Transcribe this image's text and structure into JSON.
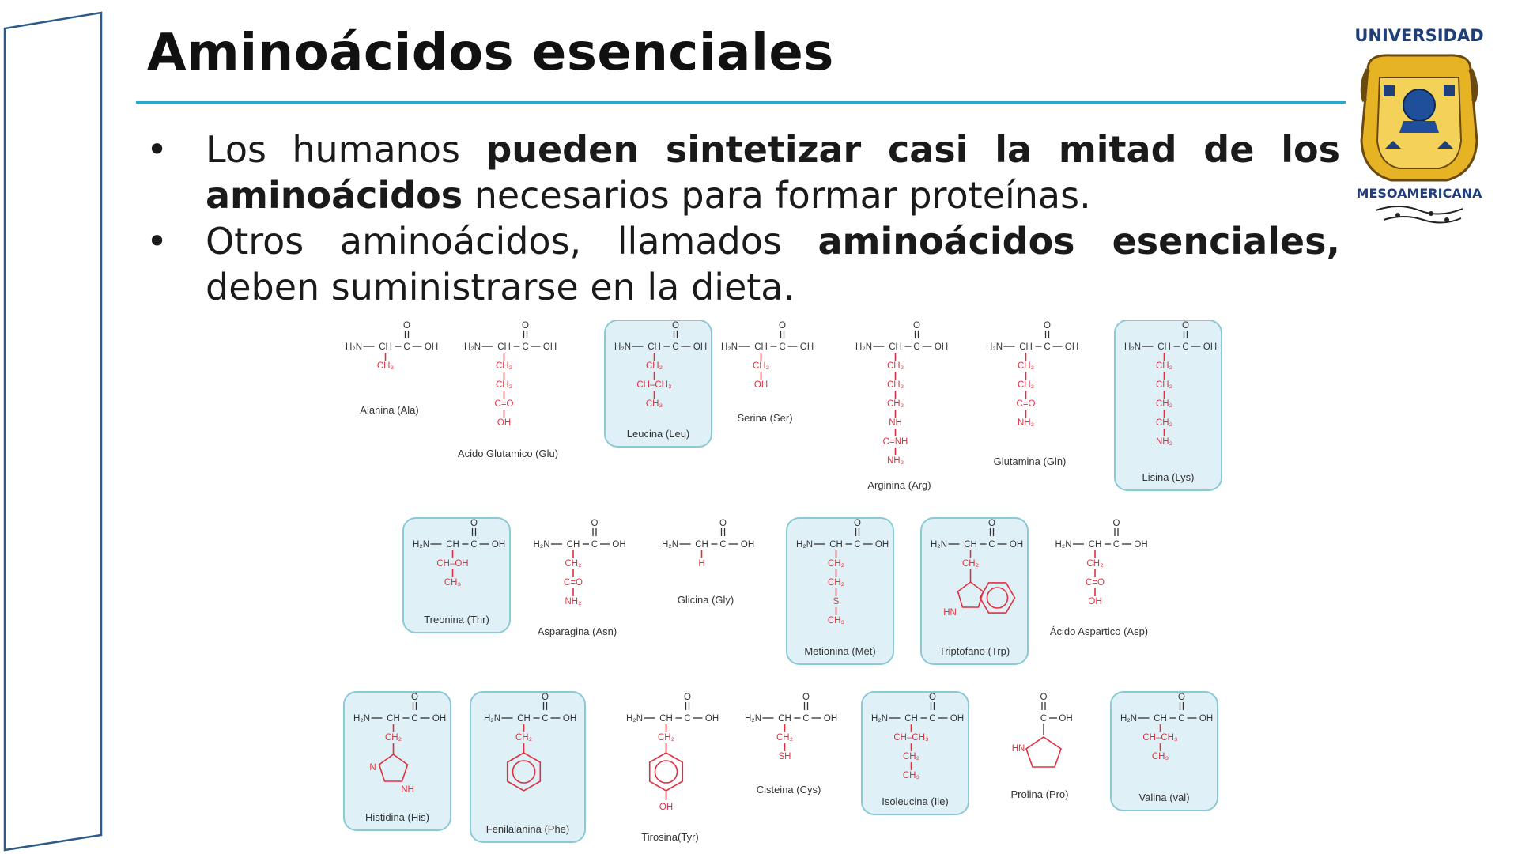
{
  "slide": {
    "title": "Aminoácidos esenciales",
    "accent_color": "#2aa7c9",
    "bullets": [
      {
        "marker": "•",
        "parts": [
          {
            "text": "Los humanos ",
            "bold": false
          },
          {
            "text": "pueden sintetizar casi la mitad de los aminoácidos",
            "bold": true
          },
          {
            "text": " necesarios para formar proteínas.",
            "bold": false
          }
        ]
      },
      {
        "marker": "•",
        "parts": [
          {
            "text": "Otros aminoácidos, llamados ",
            "bold": false
          },
          {
            "text": "aminoácidos esenciales,",
            "bold": true
          },
          {
            "text": " deben suministrarse en la dieta.",
            "bold": false
          }
        ]
      }
    ]
  },
  "logo": {
    "top_text": "UNIVERSIDAD",
    "bottom_text": "MESOAMERICANA"
  },
  "figure": {
    "backbone": {
      "amine": "H₂N",
      "alpha": "CH",
      "carbonyl": "C",
      "oxygen": "O",
      "hydroxyl": "OH"
    },
    "essential_highlight_color": "#dff1f7",
    "side_chain_color": "#e0303f",
    "amino_acids": [
      {
        "label": "Alanina (Ala)",
        "essential": false,
        "chain": [
          "CH₃"
        ]
      },
      {
        "label": "Acido Glutamico (Glu)",
        "essential": false,
        "chain": [
          "CH₂",
          "CH₂",
          "C=O",
          "OH"
        ]
      },
      {
        "label": "Leucina (Leu)",
        "essential": true,
        "chain": [
          "CH₂",
          "CH–CH₃",
          "CH₃"
        ]
      },
      {
        "label": "Serina (Ser)",
        "essential": false,
        "chain": [
          "CH₂",
          "OH"
        ]
      },
      {
        "label": "Arginina (Arg)",
        "essential": false,
        "chain": [
          "CH₂",
          "CH₂",
          "CH₂",
          "NH",
          "C=NH",
          "NH₂"
        ]
      },
      {
        "label": "Glutamina (Gln)",
        "essential": false,
        "chain": [
          "CH₂",
          "CH₂",
          "C=O",
          "NH₂"
        ]
      },
      {
        "label": "Lisina (Lys)",
        "essential": true,
        "chain": [
          "CH₂",
          "CH₂",
          "CH₂",
          "CH₂",
          "NH₂"
        ]
      },
      {
        "label": "Treonina (Thr)",
        "essential": true,
        "chain": [
          "CH–OH",
          "CH₃"
        ]
      },
      {
        "label": "Asparagina (Asn)",
        "essential": false,
        "chain": [
          "CH₂",
          "C=O",
          "NH₂"
        ]
      },
      {
        "label": "Glicina (Gly)",
        "essential": false,
        "chain": [
          "H"
        ]
      },
      {
        "label": "Metionina (Met)",
        "essential": true,
        "chain": [
          "CH₂",
          "CH₂",
          "S",
          "CH₃"
        ]
      },
      {
        "label": "Triptofano (Trp)",
        "essential": true,
        "chain": [
          "CH₂"
        ],
        "ring": "indole",
        "ring_text": "HN"
      },
      {
        "label": "Ácido Aspartico (Asp)",
        "essential": false,
        "chain": [
          "CH₂",
          "C=O",
          "OH"
        ]
      },
      {
        "label": "Histidina (His)",
        "essential": true,
        "chain": [
          "CH₂"
        ],
        "ring": "imidazole",
        "ring_text": [
          "N",
          "NH"
        ]
      },
      {
        "label": "Fenilalanina (Phe)",
        "essential": true,
        "chain": [
          "CH₂"
        ],
        "ring": "benzene"
      },
      {
        "label": "Tirosina(Tyr)",
        "essential": false,
        "chain": [
          "CH₂"
        ],
        "ring": "phenol",
        "ring_text": "OH"
      },
      {
        "label": "Cisteina (Cys)",
        "essential": false,
        "chain": [
          "CH₂",
          "SH"
        ]
      },
      {
        "label": "Isoleucina (Ile)",
        "essential": true,
        "chain": [
          "CH–CH₃",
          "CH₂",
          "CH₃"
        ]
      },
      {
        "label": "Prolina (Pro)",
        "essential": false,
        "chain": [],
        "ring": "pyrrolidine",
        "ring_text": "HN",
        "special": "proline"
      },
      {
        "label": "Valina (val)",
        "essential": true,
        "chain": [
          "CH–CH₃",
          "CH₃"
        ]
      }
    ]
  }
}
